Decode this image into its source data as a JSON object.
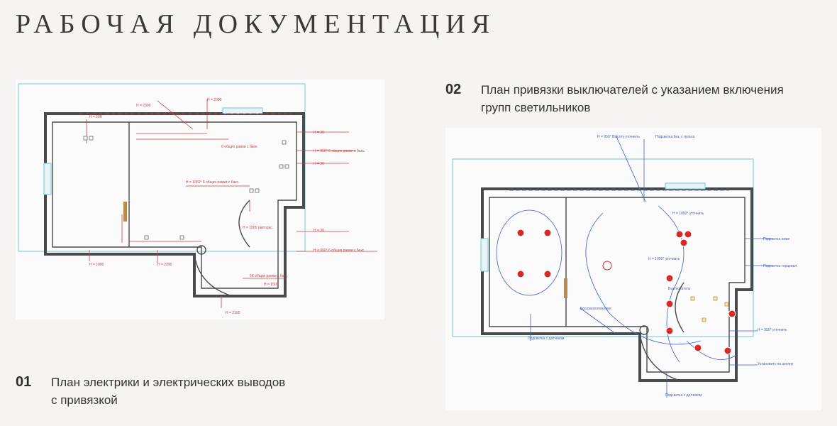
{
  "page": {
    "title": "РАБОЧАЯ ДОКУМЕНТАЦИЯ"
  },
  "plans": [
    {
      "number": "01",
      "caption_line1": "План электрики и электрических выводов",
      "caption_line2": "с привязкой",
      "drawing": "electrical-outlets-plan"
    },
    {
      "number": "02",
      "caption_line1": "План привязки выключателей с указанием включения",
      "caption_line2": "групп светильников",
      "drawing": "switches-lighting-groups-plan"
    }
  ],
  "colors": {
    "wall": "#4a4a4a",
    "annotation": "#d23b3b",
    "link": "#3d5fd1",
    "outline": "#6fc8d6",
    "fixture": "#d42a2a"
  }
}
